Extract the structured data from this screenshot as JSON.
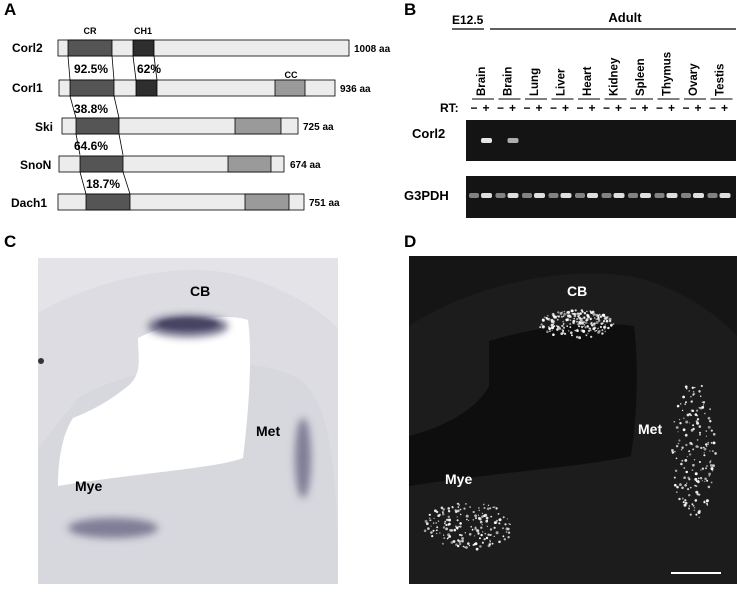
{
  "panels": {
    "a": "A",
    "b": "B",
    "c": "C",
    "d": "D"
  },
  "panel_a": {
    "domain_labels": {
      "cr": "CR",
      "ch1": "CH1",
      "cc": "CC"
    },
    "proteins": [
      {
        "name": "Corl2",
        "length": "1008 aa"
      },
      {
        "name": "Corl1",
        "length": "936 aa"
      },
      {
        "name": "Ski",
        "length": "725 aa"
      },
      {
        "name": "SnoN",
        "length": "674 aa"
      },
      {
        "name": "Dach1",
        "length": "751 aa"
      }
    ],
    "identities": [
      "92.5%",
      "62%",
      "38.8%",
      "64.6%",
      "18.7%"
    ]
  },
  "panel_b": {
    "group_e12": "E12.5",
    "group_adult": "Adult",
    "lanes": [
      "Brain",
      "Brain",
      "Lung",
      "Liver",
      "Heart",
      "Kidney",
      "Spleen",
      "Thymus",
      "Ovary",
      "Testis"
    ],
    "rt_label": "RT:",
    "minus": "−",
    "plus": "+",
    "gel_rows": [
      "Corl2",
      "G3PDH"
    ]
  },
  "panel_c": {
    "labels": {
      "cb": "CB",
      "met": "Met",
      "mye": "Mye"
    }
  },
  "panel_d": {
    "labels": {
      "cb": "CB",
      "met": "Met",
      "mye": "Mye"
    }
  },
  "colors": {
    "bar_fill": "#ececec",
    "domain_dark": "#555555",
    "domain_darker": "#2e2e2e",
    "domain_mid": "#9a9a9a",
    "gel_bg": "#141414",
    "ish_bg": "#e4e4e8",
    "stain": "#5a5878",
    "fluor_bg": "#151515"
  }
}
